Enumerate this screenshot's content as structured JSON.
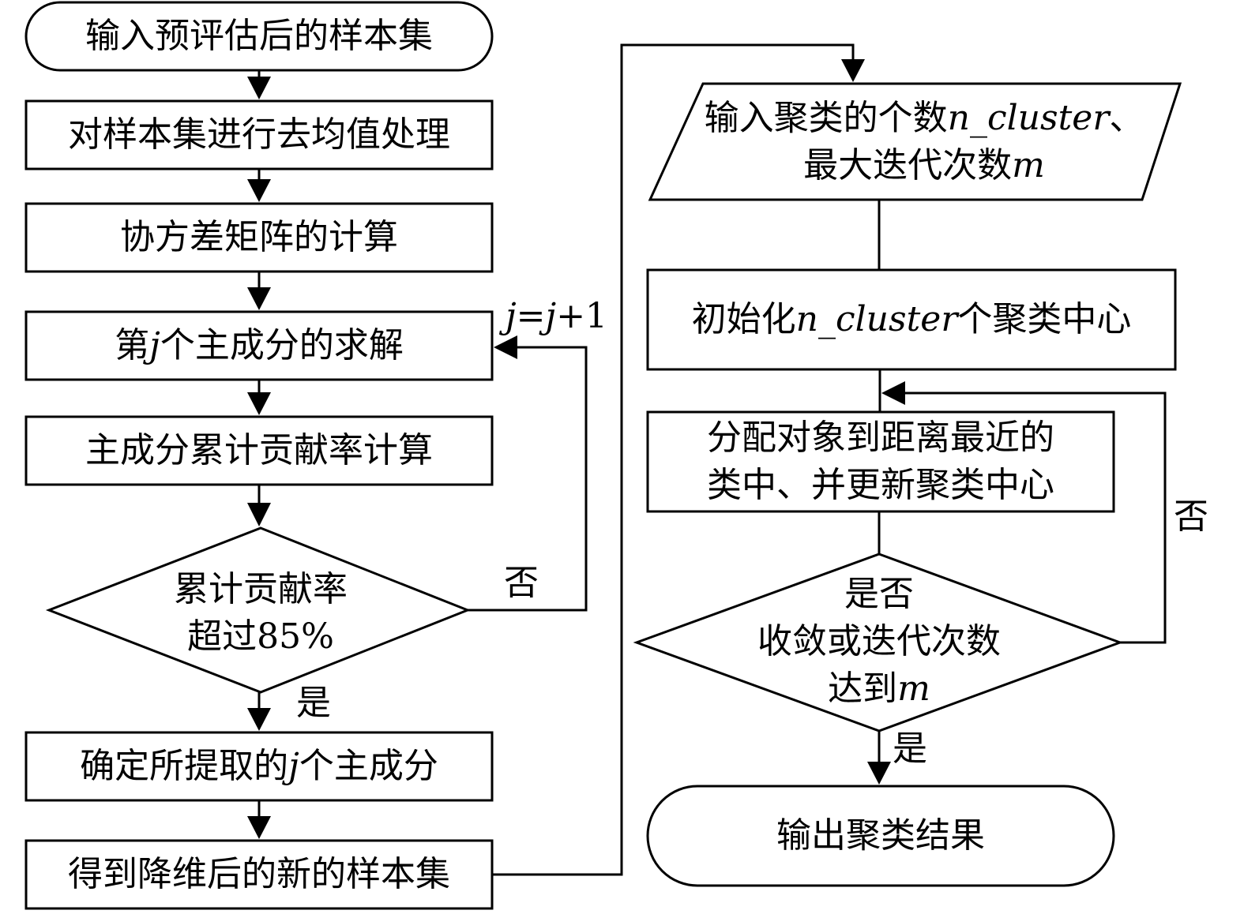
{
  "flowchart": {
    "left_column": {
      "start": "输入预评估后的样本集",
      "step_center": "对样本集进行去均值处理",
      "step_cov": "协方差矩阵的计算",
      "step_pc": {
        "pre": "第",
        "var": "j",
        "post": "个主成分的求解"
      },
      "step_cum": "主成分累计贡献率计算",
      "decision": {
        "line1": "累计贡献率",
        "line2": "超过85%"
      },
      "step_select": {
        "pre": "确定所提取的",
        "var": "j",
        "post": "个主成分"
      },
      "step_new": "得到降维后的新的样本集",
      "loop_label": {
        "var1": "j",
        "eq": "=",
        "var2": "j",
        "rest": "+1"
      },
      "no_label": "否",
      "yes_label": "是"
    },
    "right_column": {
      "input": {
        "line1_pre": "输入聚类的个数",
        "line1_var": "n_cluster",
        "line1_post": "、",
        "line2_pre": "最大迭代次数",
        "line2_var": "m"
      },
      "init": {
        "pre": "初始化",
        "var": "n_cluster",
        "post": "个聚类中心"
      },
      "assign": {
        "line1": "分配对象到距离最近的",
        "line2": "类中、并更新聚类中心"
      },
      "decision": {
        "line1": "是否",
        "line2": "收敛或迭代次数",
        "line3_pre": "达到",
        "line3_var": "m"
      },
      "end": "输出聚类结果",
      "no_label": "否",
      "yes_label": "是"
    }
  }
}
